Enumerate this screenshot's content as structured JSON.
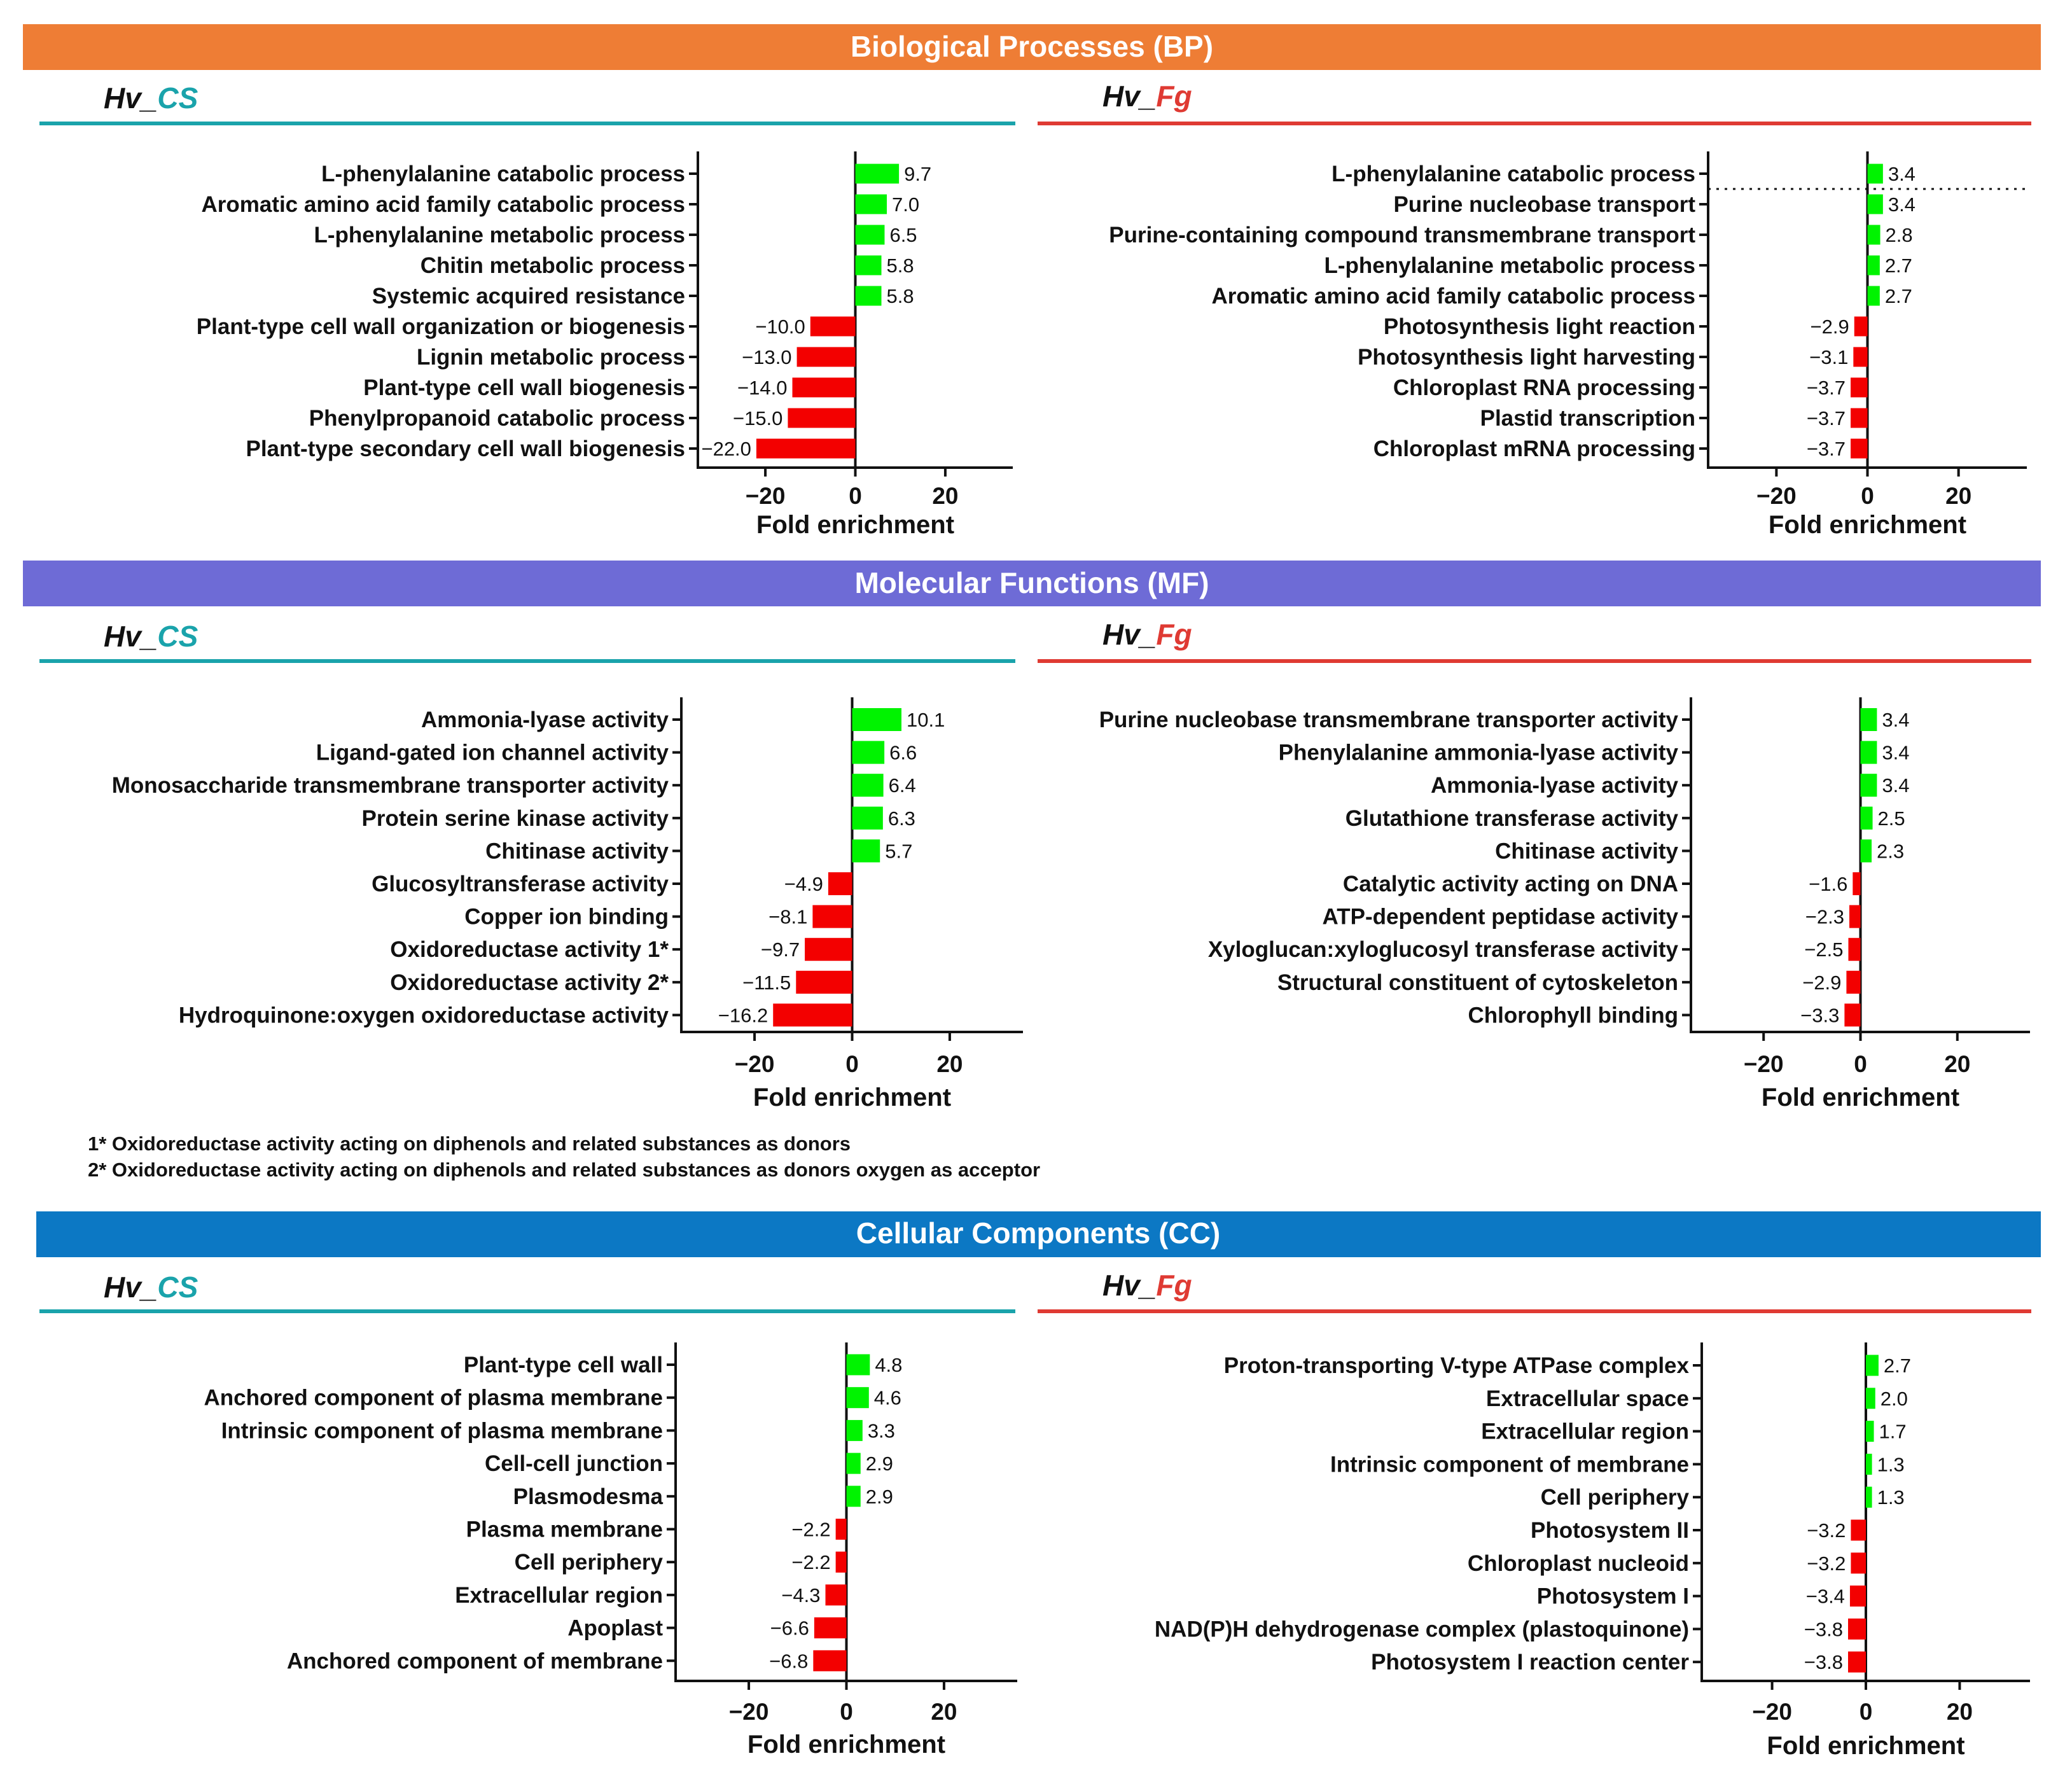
{
  "colors": {
    "positive_bar": "#00f300",
    "negative_bar": "#f30000",
    "bp_banner": "#ee7d35",
    "mf_banner": "#6e6bd6",
    "cc_banner": "#0c78c4",
    "hv_cs_accent": "#1aa3ab",
    "hv_fg_accent": "#df3a33"
  },
  "sections": [
    {
      "key": "bp",
      "banner": "Biological Processes (BP)",
      "color": "#ee7d35"
    },
    {
      "key": "mf",
      "banner": "Molecular Functions (MF)",
      "color": "#6e6bd6"
    },
    {
      "key": "cc",
      "banner": "Cellular Components (CC)",
      "color": "#0c78c4"
    }
  ],
  "panel_titles": {
    "cs": {
      "prefix": "Hv_",
      "suffix": "CS"
    },
    "fg": {
      "prefix": "Hv_",
      "suffix": "Fg"
    }
  },
  "footnotes": [
    "1* Oxidoreductase activity acting on diphenols and related substances as donors",
    "2* Oxidoreductase activity acting on diphenols and related substances as donors oxygen as acceptor"
  ],
  "chart_data": [
    {
      "type": "bar",
      "orientation": "horizontal",
      "section": "Biological Processes (BP)",
      "panel": "Hv_CS",
      "categories": [
        "L-phenylalanine catabolic process",
        "Aromatic amino acid family catabolic process",
        "L-phenylalanine metabolic process",
        "Chitin metabolic process",
        "Systemic acquired resistance",
        "Plant-type cell wall organization or biogenesis",
        "Lignin metabolic process",
        "Plant-type cell wall biogenesis",
        "Phenylpropanoid catabolic process",
        "Plant-type secondary cell wall biogenesis"
      ],
      "values": [
        9.7,
        7.0,
        6.5,
        5.8,
        5.8,
        -10.0,
        -13.0,
        -14.0,
        -15.0,
        -22.0
      ],
      "value_labels": [
        "9.7",
        "7.0",
        "6.5",
        "5.8",
        "5.8",
        "−10.0",
        "−13.0",
        "−14.0",
        "−15.0",
        "−22.0"
      ],
      "xlabel": "Fold enrichment",
      "xlim": [
        -35,
        35
      ],
      "xticks": [
        -20,
        0,
        20
      ],
      "xtick_labels": [
        "−20",
        "0",
        "20"
      ]
    },
    {
      "type": "bar",
      "orientation": "horizontal",
      "section": "Biological Processes (BP)",
      "panel": "Hv_Fg",
      "categories": [
        "L-phenylalanine catabolic process",
        "Purine nucleobase transport",
        "Purine-containing compound transmembrane transport",
        "L-phenylalanine metabolic process",
        "Aromatic amino acid family catabolic process",
        "Photosynthesis light reaction",
        "Photosynthesis light harvesting",
        "Chloroplast RNA processing",
        "Plastid transcription",
        "Chloroplast mRNA processing"
      ],
      "values": [
        3.4,
        3.4,
        2.8,
        2.7,
        2.7,
        -2.9,
        -3.1,
        -3.7,
        -3.7,
        -3.7
      ],
      "value_labels": [
        "3.4",
        "3.4",
        "2.8",
        "2.7",
        "2.7",
        "−2.9",
        "−3.1",
        "−3.7",
        "−3.7",
        "−3.7"
      ],
      "xlabel": "Fold enrichment",
      "xlim": [
        -35,
        35
      ],
      "xticks": [
        -20,
        0,
        20
      ],
      "xtick_labels": [
        "−20",
        "0",
        "20"
      ],
      "dotted_separator_after_row": 0
    },
    {
      "type": "bar",
      "orientation": "horizontal",
      "section": "Molecular Functions (MF)",
      "panel": "Hv_CS",
      "categories": [
        "Ammonia-lyase activity",
        "Ligand-gated ion channel activity",
        "Monosaccharide transmembrane transporter activity",
        "Protein serine kinase activity",
        "Chitinase activity",
        "Glucosyltransferase activity",
        "Copper ion binding",
        "Oxidoreductase activity 1*",
        "Oxidoreductase activity 2*",
        "Hydroquinone:oxygen oxidoreductase activity"
      ],
      "values": [
        10.1,
        6.6,
        6.4,
        6.3,
        5.7,
        -4.9,
        -8.1,
        -9.7,
        -11.5,
        -16.2
      ],
      "value_labels": [
        "10.1",
        "6.6",
        "6.4",
        "6.3",
        "5.7",
        "−4.9",
        "−8.1",
        "−9.7",
        "−11.5",
        "−16.2"
      ],
      "xlabel": "Fold enrichment",
      "xlim": [
        -35,
        35
      ],
      "xticks": [
        -20,
        0,
        20
      ],
      "xtick_labels": [
        "−20",
        "0",
        "20"
      ]
    },
    {
      "type": "bar",
      "orientation": "horizontal",
      "section": "Molecular Functions (MF)",
      "panel": "Hv_Fg",
      "categories": [
        "Purine nucleobase transmembrane transporter activity",
        "Phenylalanine ammonia-lyase activity",
        "Ammonia-lyase activity",
        "Glutathione transferase activity",
        "Chitinase activity",
        "Catalytic activity acting on DNA",
        "ATP-dependent peptidase activity",
        "Xyloglucan:xyloglucosyl transferase activity",
        "Structural constituent of cytoskeleton",
        "Chlorophyll binding"
      ],
      "values": [
        3.4,
        3.4,
        3.4,
        2.5,
        2.3,
        -1.6,
        -2.3,
        -2.5,
        -2.9,
        -3.3
      ],
      "value_labels": [
        "3.4",
        "3.4",
        "3.4",
        "2.5",
        "2.3",
        "−1.6",
        "−2.3",
        "−2.5",
        "−2.9",
        "−3.3"
      ],
      "xlabel": "Fold enrichment",
      "xlim": [
        -35,
        35
      ],
      "xticks": [
        -20,
        0,
        20
      ],
      "xtick_labels": [
        "−20",
        "0",
        "20"
      ]
    },
    {
      "type": "bar",
      "orientation": "horizontal",
      "section": "Cellular Components (CC)",
      "panel": "Hv_CS",
      "categories": [
        "Plant-type cell wall",
        "Anchored component of plasma membrane",
        "Intrinsic component of plasma membrane",
        "Cell-cell junction",
        "Plasmodesma",
        "Plasma membrane",
        "Cell periphery",
        "Extracellular region",
        "Apoplast",
        "Anchored component of membrane"
      ],
      "values": [
        4.8,
        4.6,
        3.3,
        2.9,
        2.9,
        -2.2,
        -2.2,
        -4.3,
        -6.6,
        -6.8
      ],
      "value_labels": [
        "4.8",
        "4.6",
        "3.3",
        "2.9",
        "2.9",
        "−2.2",
        "−2.2",
        "−4.3",
        "−6.6",
        "−6.8"
      ],
      "xlabel": "Fold enrichment",
      "xlim": [
        -35,
        35
      ],
      "xticks": [
        -20,
        0,
        20
      ],
      "xtick_labels": [
        "−20",
        "0",
        "20"
      ]
    },
    {
      "type": "bar",
      "orientation": "horizontal",
      "section": "Cellular Components (CC)",
      "panel": "Hv_Fg",
      "categories": [
        "Proton-transporting V-type ATPase complex",
        "Extracellular space",
        "Extracellular region",
        "Intrinsic component of membrane",
        "Cell periphery",
        "Photosystem II",
        "Chloroplast nucleoid",
        "Photosystem I",
        "NAD(P)H dehydrogenase complex (plastoquinone)",
        "Photosystem I reaction center"
      ],
      "values": [
        2.7,
        2.0,
        1.7,
        1.3,
        1.3,
        -3.2,
        -3.2,
        -3.4,
        -3.8,
        -3.8
      ],
      "value_labels": [
        "2.7",
        "2.0",
        "1.7",
        "1.3",
        "1.3",
        "−3.2",
        "−3.2",
        "−3.4",
        "−3.8",
        "−3.8"
      ],
      "xlabel": "Fold enrichment",
      "xlim": [
        -35,
        35
      ],
      "xticks": [
        -20,
        0,
        20
      ],
      "xtick_labels": [
        "−20",
        "0",
        "20"
      ]
    }
  ]
}
